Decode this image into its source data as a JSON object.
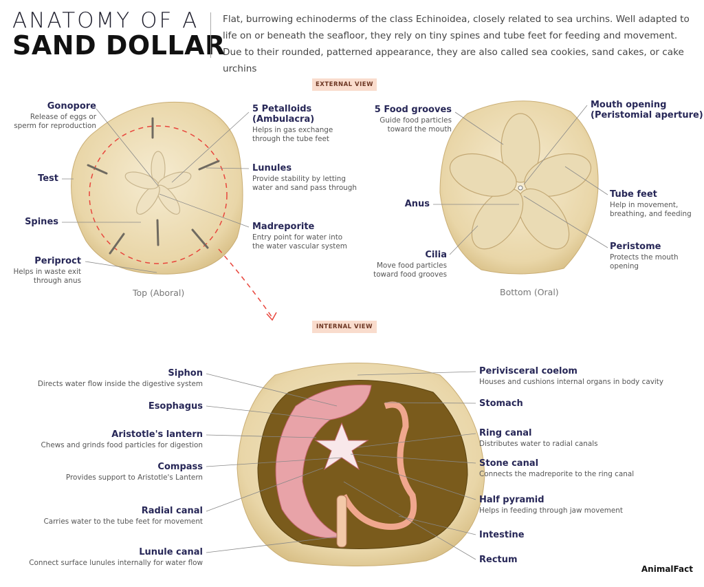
{
  "header": {
    "title_line1": "ANATOMY OF A",
    "title_line2": "SAND DOLLAR",
    "intro": "Flat, burrowing echinoderms of the class Echinoidea, closely related to sea urchins. Well adapted to life on or beneath the seafloor, they rely on tiny spines and tube feet for feeding and movement. Due to their rounded, patterned appearance, they are also called sea cookies, sand cakes, or cake urchins"
  },
  "external": {
    "badge": "EXTERNAL VIEW",
    "top_caption": "Top (Aboral)",
    "bottom_caption": "Bottom (Oral)",
    "top_labels": [
      {
        "title": "Gonopore",
        "desc": "Release of eggs or\nsperm for reproduction"
      },
      {
        "title": "Test",
        "desc": ""
      },
      {
        "title": "Spines",
        "desc": ""
      },
      {
        "title": "Periproct",
        "desc": "Helps in waste exit\nthrough anus"
      },
      {
        "title": "5 Petalloids\n(Ambulacra)",
        "desc": "Helps in gas exchange\nthrough the tube feet"
      },
      {
        "title": "Lunules",
        "desc": "Provide stability by letting\nwater and sand pass through"
      },
      {
        "title": "Madreporite",
        "desc": "Entry point for water into\nthe water vascular system"
      }
    ],
    "bottom_labels": [
      {
        "title": "5 Food grooves",
        "desc": "Guide food particles\ntoward the mouth"
      },
      {
        "title": "Anus",
        "desc": ""
      },
      {
        "title": "Cilia",
        "desc": "Move food particles\ntoward food grooves"
      },
      {
        "title": "Mouth opening\n(Peristomial aperture)",
        "desc": ""
      },
      {
        "title": "Tube feet",
        "desc": "Help in movement,\nbreathing, and feeding"
      },
      {
        "title": "Peristome",
        "desc": "Protects the mouth\nopening"
      }
    ]
  },
  "internal": {
    "badge": "INTERNAL VIEW",
    "left_labels": [
      {
        "title": "Siphon",
        "desc": "Directs water flow inside the digestive system"
      },
      {
        "title": "Esophagus",
        "desc": ""
      },
      {
        "title": "Aristotle's lantern",
        "desc": "Chews and grinds food particles for digestion"
      },
      {
        "title": "Compass",
        "desc": "Provides support to Aristotle's Lantern"
      },
      {
        "title": "Radial canal",
        "desc": "Carries water to the tube feet for movement"
      },
      {
        "title": "Lunule canal",
        "desc": "Connect surface lunules internally for water flow"
      }
    ],
    "right_labels": [
      {
        "title": "Perivisceral coelom",
        "desc": "Houses and cushions internal organs in body cavity"
      },
      {
        "title": "Stomach",
        "desc": ""
      },
      {
        "title": "Ring canal",
        "desc": "Distributes water to radial canals"
      },
      {
        "title": "Stone canal",
        "desc": "Connects the madreporite to the ring canal"
      },
      {
        "title": "Half pyramid",
        "desc": "Helps in feeding through jaw movement"
      },
      {
        "title": "Intestine",
        "desc": ""
      },
      {
        "title": "Rectum",
        "desc": ""
      }
    ]
  },
  "logo": "AnimalFact",
  "colors": {
    "label": "#272757",
    "badge_bg": "#f9dccd",
    "dashed_ring": "#e8453c",
    "shell": "#ecdcb4"
  }
}
